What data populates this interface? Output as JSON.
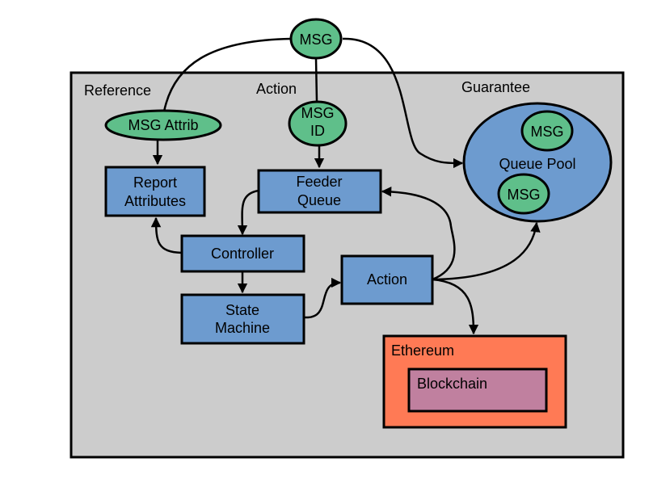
{
  "colors": {
    "panel": "#cccccc",
    "process_box": "#6d9bcf",
    "message_node": "#5fbf8a",
    "queue_pool": "#6d9bcf",
    "ethereum": "#ff7a55",
    "blockchain": "#c0809f",
    "stroke": "#000000"
  },
  "sections": {
    "reference": "Reference",
    "action": "Action",
    "guarantee": "Guarantee"
  },
  "nodes": {
    "msg_top": "MSG",
    "msg_attrib": "MSG Attrib",
    "msg_id_line1": "MSG",
    "msg_id_line2": "ID",
    "report_attributes_line1": "Report",
    "report_attributes_line2": "Attributes",
    "feeder_queue_line1": "Feeder",
    "feeder_queue_line2": "Queue",
    "controller": "Controller",
    "state_machine_line1": "State",
    "state_machine_line2": "Machine",
    "action": "Action",
    "queue_pool": "Queue Pool",
    "queue_pool_msg_1": "MSG",
    "queue_pool_msg_2": "MSG",
    "ethereum": "Ethereum",
    "blockchain": "Blockchain"
  },
  "edges": [
    {
      "from": "msg_top",
      "to": "msg_attrib",
      "arrow": false
    },
    {
      "from": "msg_top",
      "to": "msg_id",
      "arrow": false
    },
    {
      "from": "msg_top",
      "to": "queue_pool",
      "arrow": true
    },
    {
      "from": "msg_attrib",
      "to": "report_attributes",
      "arrow": true
    },
    {
      "from": "msg_id",
      "to": "feeder_queue",
      "arrow": true
    },
    {
      "from": "feeder_queue",
      "to": "controller",
      "arrow": true
    },
    {
      "from": "controller",
      "to": "report_attributes",
      "arrow": true
    },
    {
      "from": "controller",
      "to": "state_machine",
      "arrow": true
    },
    {
      "from": "state_machine",
      "to": "action",
      "arrow": true
    },
    {
      "from": "action",
      "to": "feeder_queue",
      "arrow": true
    },
    {
      "from": "action",
      "to": "queue_pool",
      "arrow": true
    },
    {
      "from": "action",
      "to": "ethereum",
      "arrow": true
    }
  ]
}
